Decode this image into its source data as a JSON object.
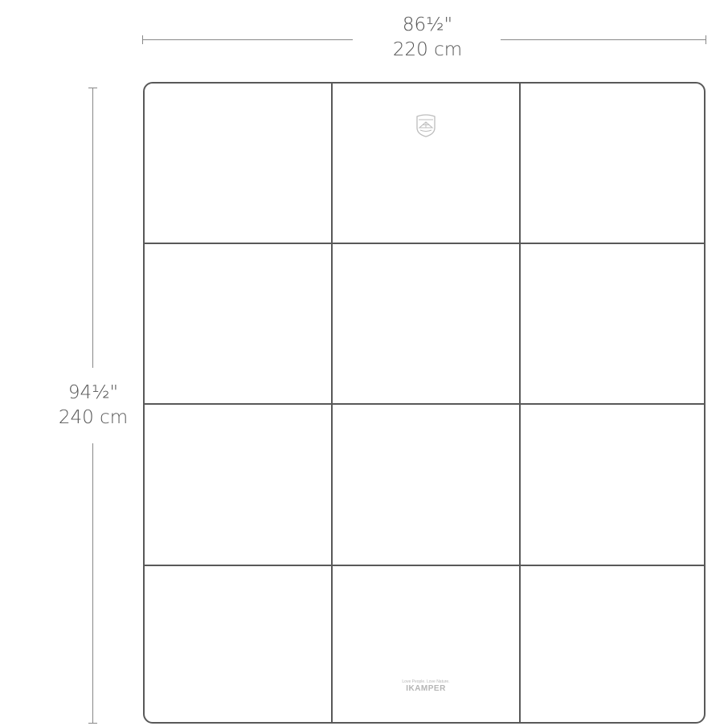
{
  "dimensions": {
    "width": {
      "imperial": "86½\"",
      "metric": "220 cm"
    },
    "height": {
      "imperial": "94½\"",
      "metric": "240 cm"
    }
  },
  "blanket": {
    "columns": 3,
    "rows": 4,
    "outline_color": "#595959"
  },
  "branding": {
    "badge_icon": "roof-tent-badge-icon",
    "tagline": "Love People. Love Nature.",
    "name": "IKAMPER",
    "color": "#b5b5b5"
  }
}
